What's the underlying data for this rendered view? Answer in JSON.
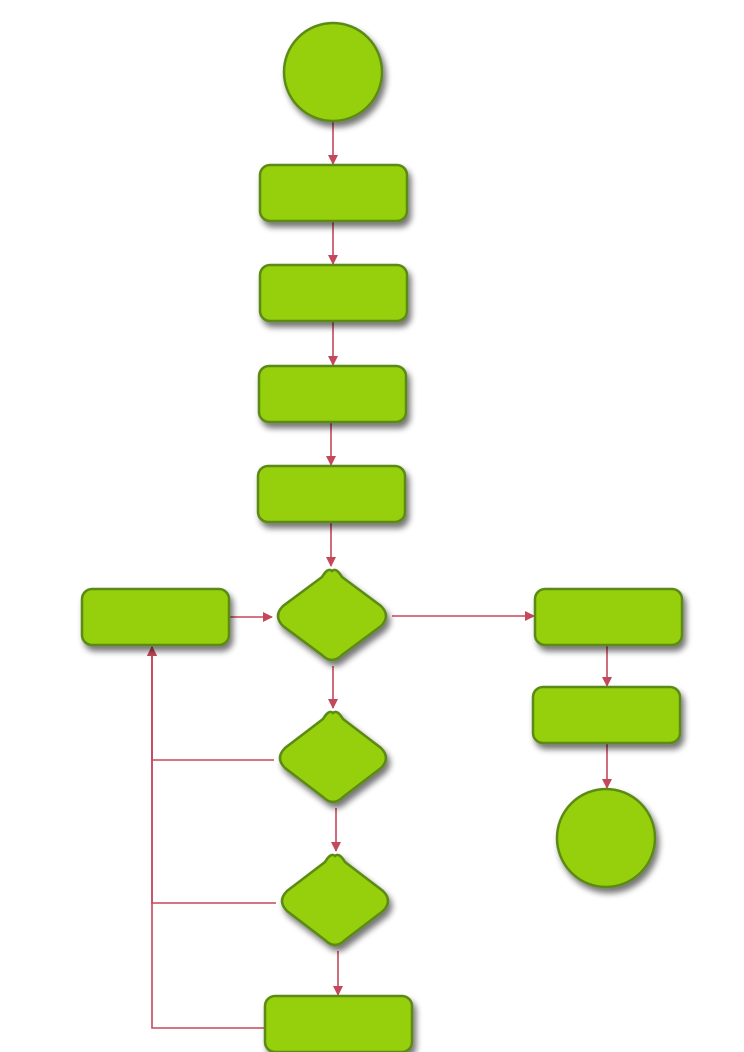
{
  "diagram": {
    "type": "flowchart",
    "colors": {
      "node_fill": "#96d00f",
      "node_stroke": "#5b8a12",
      "edge": "#c4485b",
      "shadow": "#000000",
      "background": "#ffffff"
    },
    "nodes": [
      {
        "id": "start",
        "shape": "circle",
        "label": ""
      },
      {
        "id": "step1",
        "shape": "rounded-rect",
        "label": ""
      },
      {
        "id": "step2",
        "shape": "rounded-rect",
        "label": ""
      },
      {
        "id": "step3",
        "shape": "rounded-rect",
        "label": ""
      },
      {
        "id": "step4",
        "shape": "rounded-rect",
        "label": ""
      },
      {
        "id": "decision1",
        "shape": "diamond",
        "label": ""
      },
      {
        "id": "loop-box",
        "shape": "rounded-rect",
        "label": ""
      },
      {
        "id": "right1",
        "shape": "rounded-rect",
        "label": ""
      },
      {
        "id": "right2",
        "shape": "rounded-rect",
        "label": ""
      },
      {
        "id": "end",
        "shape": "circle",
        "label": ""
      },
      {
        "id": "decision2",
        "shape": "diamond",
        "label": ""
      },
      {
        "id": "decision3",
        "shape": "diamond",
        "label": ""
      },
      {
        "id": "step5",
        "shape": "rounded-rect",
        "label": ""
      }
    ],
    "edges": [
      {
        "from": "start",
        "to": "step1"
      },
      {
        "from": "step1",
        "to": "step2"
      },
      {
        "from": "step2",
        "to": "step3"
      },
      {
        "from": "step3",
        "to": "step4"
      },
      {
        "from": "step4",
        "to": "decision1"
      },
      {
        "from": "loop-box",
        "to": "decision1"
      },
      {
        "from": "decision1",
        "to": "right1"
      },
      {
        "from": "right1",
        "to": "right2"
      },
      {
        "from": "right2",
        "to": "end"
      },
      {
        "from": "decision1",
        "to": "decision2"
      },
      {
        "from": "decision2",
        "to": "decision3"
      },
      {
        "from": "decision3",
        "to": "step5"
      },
      {
        "from": "decision2",
        "to": "loop-box"
      },
      {
        "from": "decision3",
        "to": "loop-box"
      },
      {
        "from": "step5",
        "to": "loop-box"
      }
    ]
  }
}
